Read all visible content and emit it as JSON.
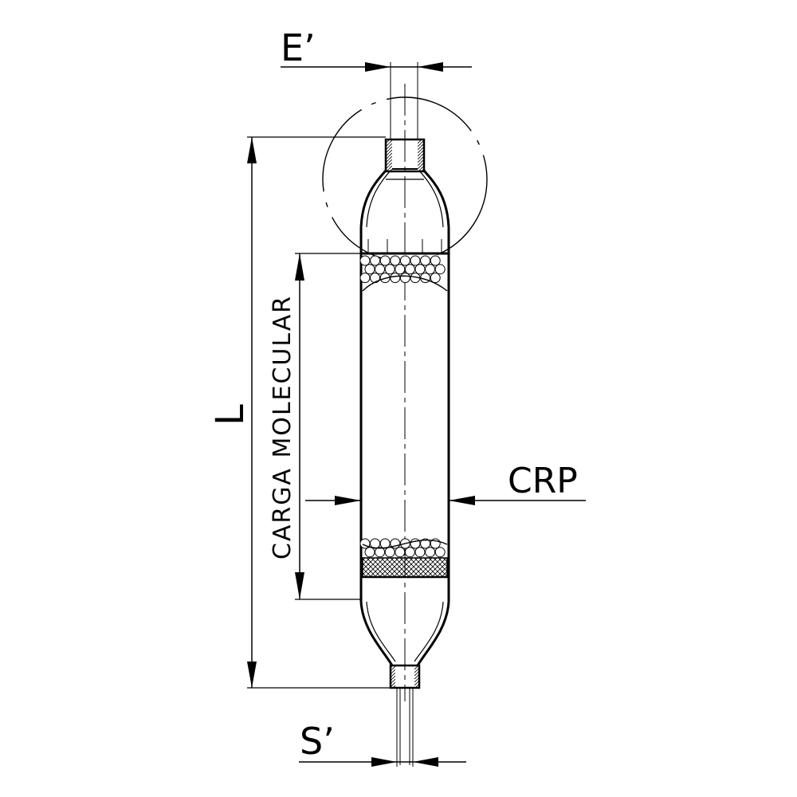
{
  "drawing": {
    "labels": {
      "inlet_diameter": "E’",
      "outlet_diameter": "S’",
      "length": "L",
      "molecular_charge": "CARGA MOLECULAR",
      "crp": "CRP"
    },
    "stroke_color": "#000000",
    "background_color": "#ffffff"
  }
}
